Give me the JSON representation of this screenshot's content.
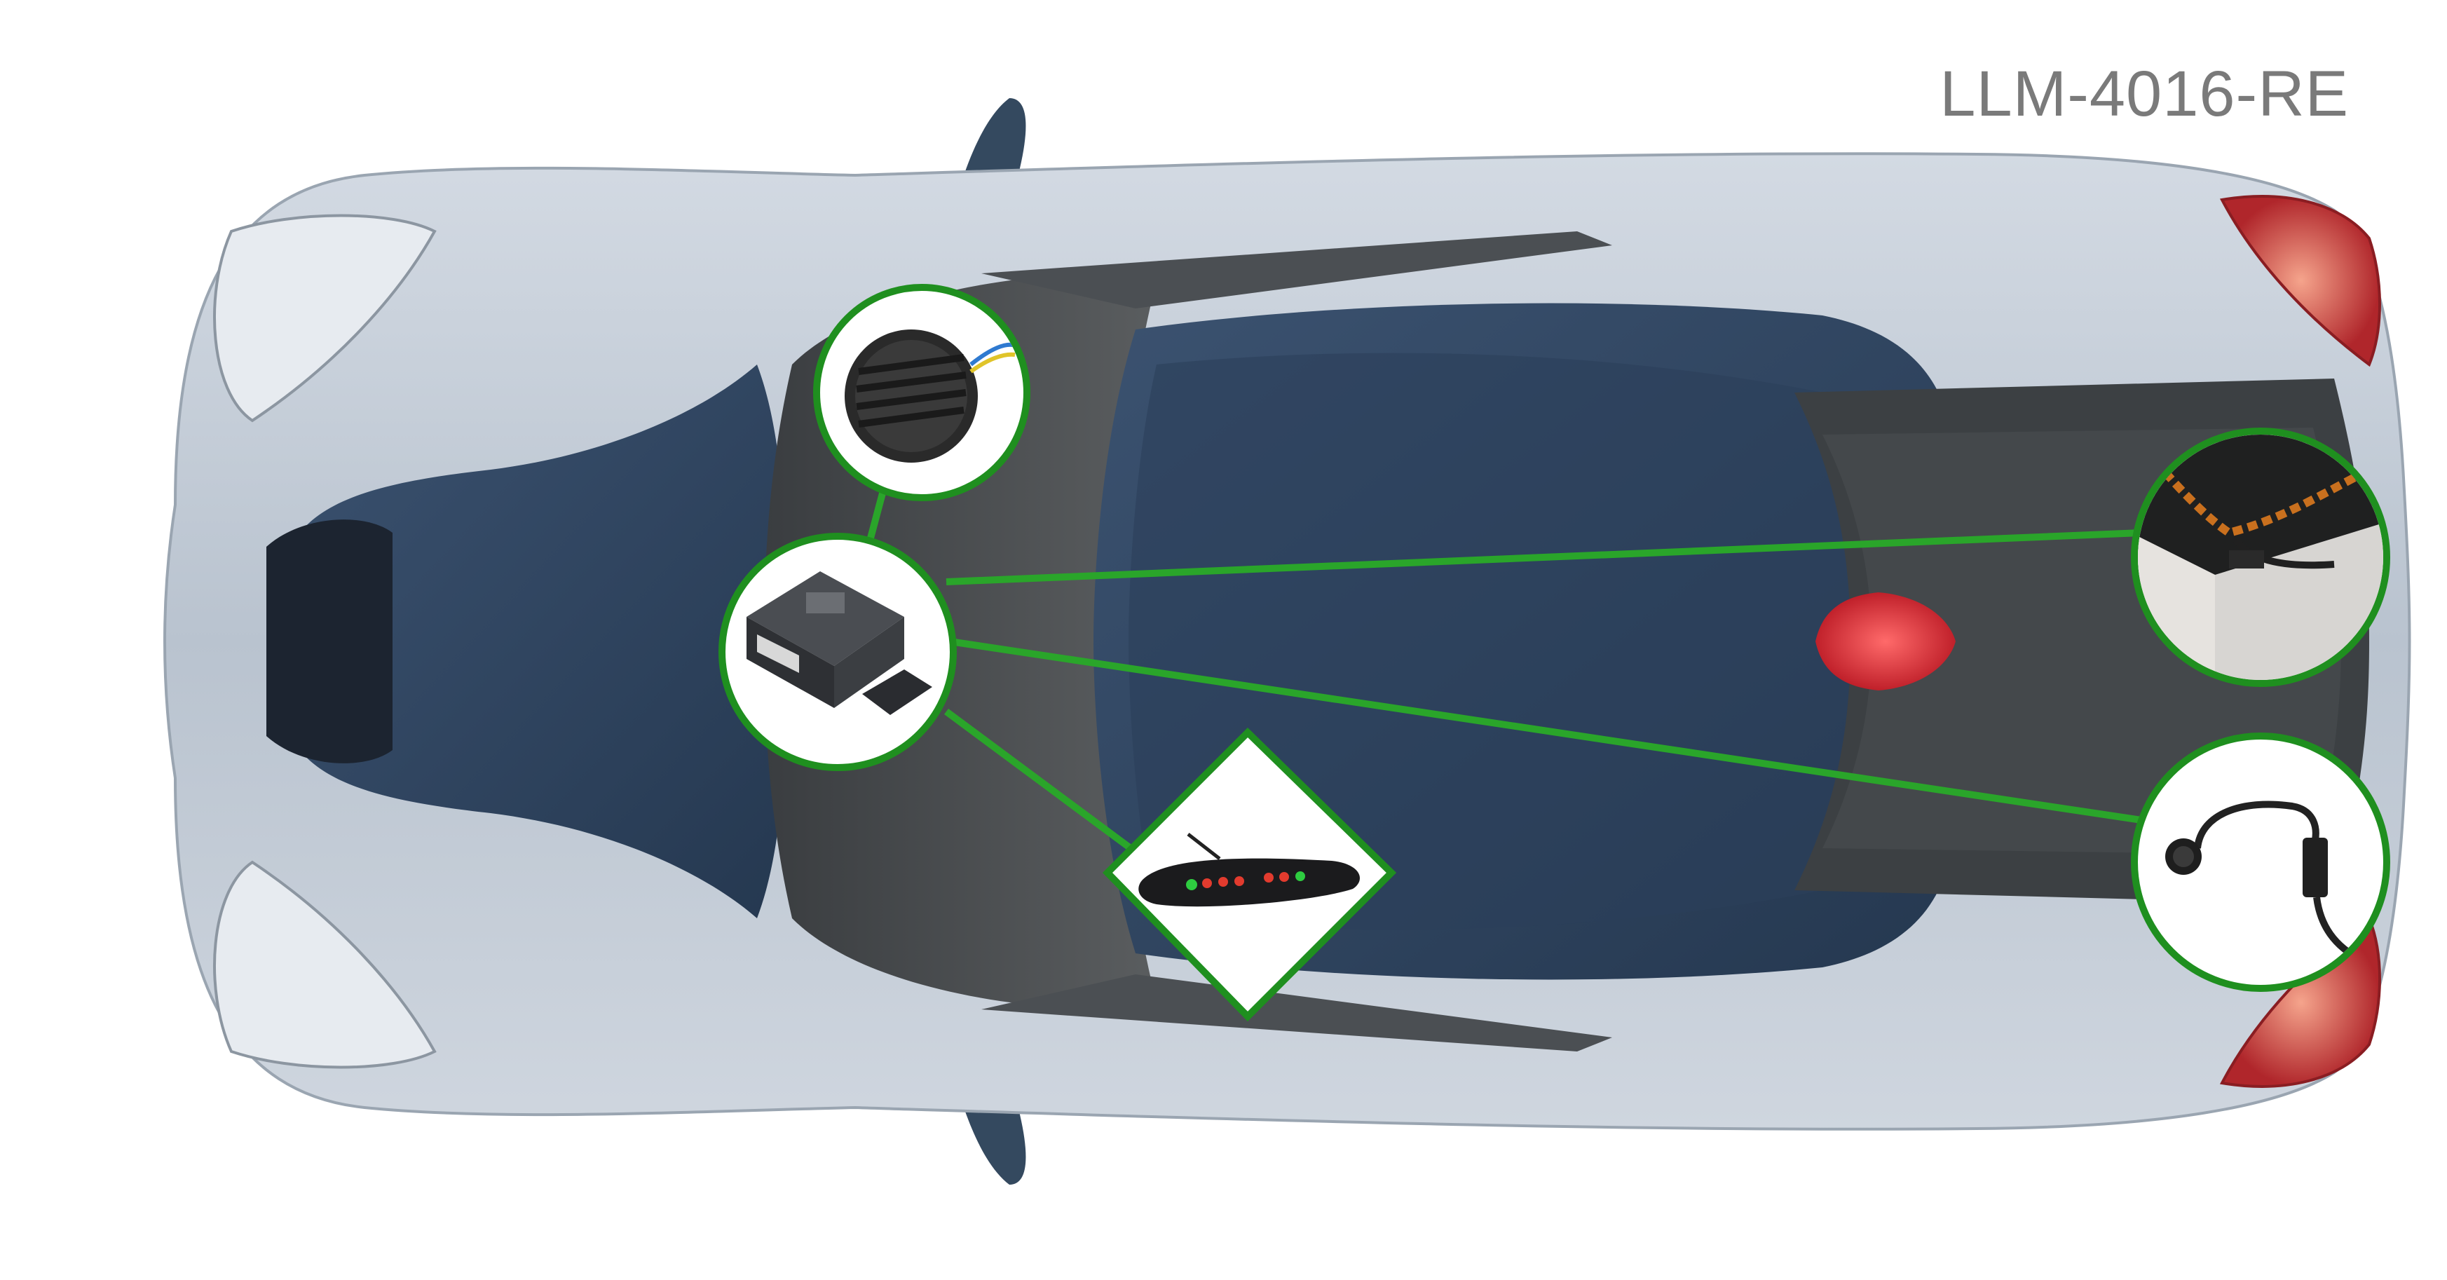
{
  "model_code": "LLM-4016-RE",
  "colors": {
    "accent": "#2aa52a",
    "callout_border": "#1f8f1f",
    "car_body": "#c2cbd6",
    "car_roof": "#2f4560",
    "brake_light": "#e03a3a"
  },
  "callouts": [
    {
      "name": "air-vent-component",
      "icon": "air-vent-icon"
    },
    {
      "name": "control-unit-component",
      "icon": "control-module-icon"
    },
    {
      "name": "display-component",
      "icon": "led-display-icon"
    },
    {
      "name": "rear-wiring-component",
      "icon": "wiring-harness-icon"
    },
    {
      "name": "sensor-component",
      "icon": "parking-sensor-icon"
    }
  ]
}
